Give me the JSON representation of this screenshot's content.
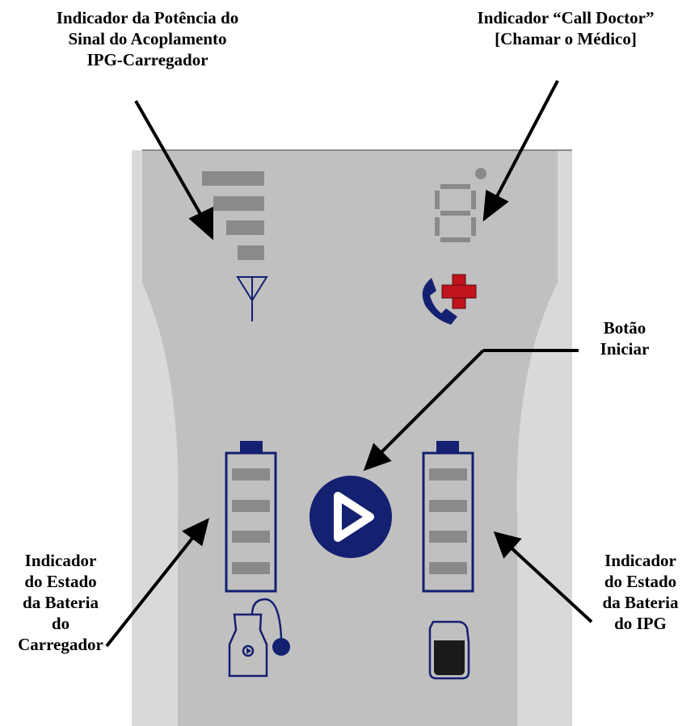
{
  "labels": {
    "signal": "Indicador da Potência do\nSinal do Acoplamento\nIPG-Carregador",
    "call_doctor": "Indicador “Call Doctor”\n[Chamar o Médico]",
    "start_button": "Botão\nIniciar",
    "charger_battery": "Indicador\ndo Estado\nda Bateria\ndo\nCarregador",
    "ipg_battery": "Indicador\ndo Estado\nda Bateria\ndo IPG"
  },
  "device": {
    "signal_bars_shown": 4,
    "charger_battery_segments": 4,
    "ipg_battery_segments": 4
  },
  "colors": {
    "panel_outer": "#d9d9d9",
    "panel_inner": "#c0c0c0",
    "segment_gray": "#8a8a8a",
    "navy": "#142070",
    "red_cross": "#c0141c",
    "arrow": "#000000"
  },
  "icons": [
    "antenna-icon",
    "phone-icon",
    "medical-cross-icon",
    "play-icon",
    "charger-icon",
    "ipg-icon"
  ]
}
